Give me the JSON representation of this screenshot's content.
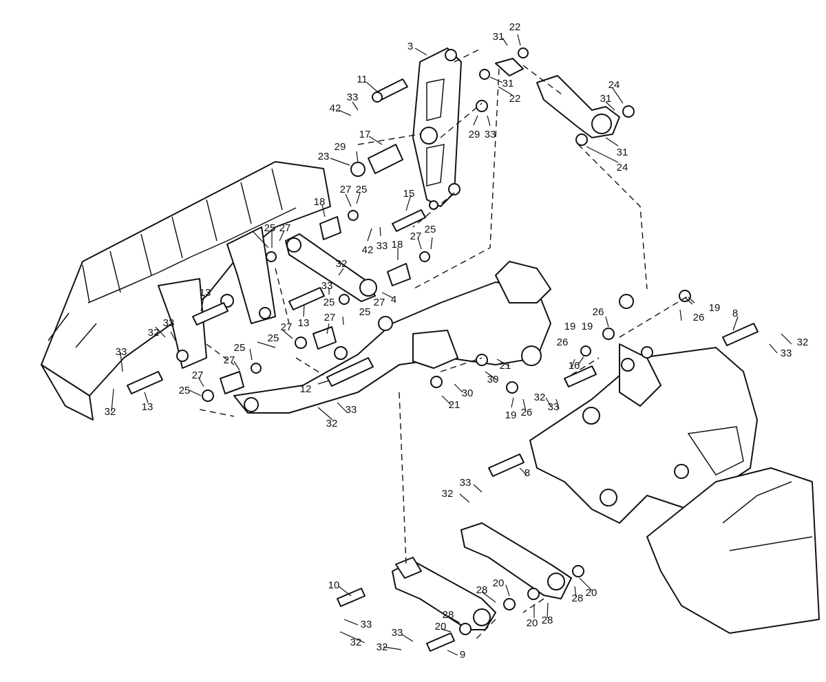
{
  "callouts": [
    {
      "id": "p3a",
      "text": "3"
    },
    {
      "id": "p31a",
      "text": "31"
    },
    {
      "id": "p22a",
      "text": "22"
    },
    {
      "id": "p31b",
      "text": "31"
    },
    {
      "id": "p22b",
      "text": "22"
    },
    {
      "id": "p11",
      "text": "11"
    },
    {
      "id": "p33a",
      "text": "33"
    },
    {
      "id": "p42a",
      "text": "42"
    },
    {
      "id": "p29a",
      "text": "29"
    },
    {
      "id": "p33b",
      "text": "33"
    },
    {
      "id": "p24a",
      "text": "24"
    },
    {
      "id": "p31c",
      "text": "31"
    },
    {
      "id": "p31d",
      "text": "31"
    },
    {
      "id": "p24b",
      "text": "24"
    },
    {
      "id": "p17",
      "text": "17"
    },
    {
      "id": "p29b",
      "text": "29"
    },
    {
      "id": "p23",
      "text": "23"
    },
    {
      "id": "p27a",
      "text": "27"
    },
    {
      "id": "p25a",
      "text": "25"
    },
    {
      "id": "p15",
      "text": "15"
    },
    {
      "id": "p18a",
      "text": "18"
    },
    {
      "id": "p42b",
      "text": "42"
    },
    {
      "id": "p33c",
      "text": "33"
    },
    {
      "id": "p27b",
      "text": "27"
    },
    {
      "id": "p25b",
      "text": "25"
    },
    {
      "id": "p18b",
      "text": "18"
    },
    {
      "id": "p25c",
      "text": "25"
    },
    {
      "id": "p27c",
      "text": "27"
    },
    {
      "id": "p32a",
      "text": "32"
    },
    {
      "id": "p33d",
      "text": "33"
    },
    {
      "id": "p4",
      "text": "4"
    },
    {
      "id": "p13a",
      "text": "13"
    },
    {
      "id": "p13b",
      "text": "13"
    },
    {
      "id": "p25d",
      "text": "25"
    },
    {
      "id": "p27d",
      "text": "27"
    },
    {
      "id": "p25e",
      "text": "25"
    },
    {
      "id": "p27e",
      "text": "27"
    },
    {
      "id": "p19a",
      "text": "19"
    },
    {
      "id": "p26a",
      "text": "26"
    },
    {
      "id": "p26b",
      "text": "26"
    },
    {
      "id": "p19b",
      "text": "19"
    },
    {
      "id": "p19c",
      "text": "19"
    },
    {
      "id": "p8a",
      "text": "8"
    },
    {
      "id": "p32b",
      "text": "32"
    },
    {
      "id": "p33e",
      "text": "33"
    },
    {
      "id": "p32c",
      "text": "32"
    },
    {
      "id": "p33f",
      "text": "33"
    },
    {
      "id": "p25f",
      "text": "25"
    },
    {
      "id": "p27f",
      "text": "27"
    },
    {
      "id": "p26c",
      "text": "26"
    },
    {
      "id": "p16",
      "text": "16"
    },
    {
      "id": "p21a",
      "text": "21"
    },
    {
      "id": "p30a",
      "text": "30"
    },
    {
      "id": "p33g",
      "text": "33"
    },
    {
      "id": "p25g",
      "text": "25"
    },
    {
      "id": "p27g",
      "text": "27"
    },
    {
      "id": "p27h",
      "text": "27"
    },
    {
      "id": "p25h",
      "text": "25"
    },
    {
      "id": "p12",
      "text": "12"
    },
    {
      "id": "p30b",
      "text": "30"
    },
    {
      "id": "p21b",
      "text": "21"
    },
    {
      "id": "p32d",
      "text": "32"
    },
    {
      "id": "p33h",
      "text": "33"
    },
    {
      "id": "p19d",
      "text": "19"
    },
    {
      "id": "p26d",
      "text": "26"
    },
    {
      "id": "p32e",
      "text": "32"
    },
    {
      "id": "p33i",
      "text": "33"
    },
    {
      "id": "p32f",
      "text": "32"
    },
    {
      "id": "p13c",
      "text": "13"
    },
    {
      "id": "p32g",
      "text": "32"
    },
    {
      "id": "p33j",
      "text": "33"
    },
    {
      "id": "p8b",
      "text": "8"
    },
    {
      "id": "p32h",
      "text": "32"
    },
    {
      "id": "p33k",
      "text": "33"
    },
    {
      "id": "p10",
      "text": "10"
    },
    {
      "id": "p28a",
      "text": "28"
    },
    {
      "id": "p20a",
      "text": "20"
    },
    {
      "id": "p20b",
      "text": "20"
    },
    {
      "id": "p28b",
      "text": "28"
    },
    {
      "id": "p20c",
      "text": "20"
    },
    {
      "id": "p28c",
      "text": "28"
    },
    {
      "id": "p28d",
      "text": "28"
    },
    {
      "id": "p20d",
      "text": "20"
    },
    {
      "id": "p33l",
      "text": "33"
    },
    {
      "id": "p32i",
      "text": "32"
    },
    {
      "id": "p9",
      "text": "9"
    }
  ]
}
